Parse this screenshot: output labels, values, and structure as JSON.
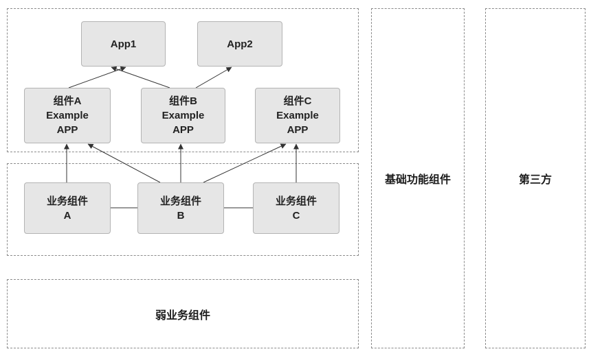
{
  "diagram": {
    "boxes": {
      "app1": {
        "label": "App1"
      },
      "app2": {
        "label": "App2"
      },
      "comp_a": {
        "label": "组件A\nExample\nAPP"
      },
      "comp_b": {
        "label": "组件B\nExample\nAPP"
      },
      "comp_c": {
        "label": "组件C\nExample\nAPP"
      },
      "biz_a": {
        "label": "业务组件\nA"
      },
      "biz_b": {
        "label": "业务组件\nB"
      },
      "biz_c": {
        "label": "业务组件\nC"
      }
    },
    "zones": {
      "weak": {
        "label": "弱业务组件"
      },
      "base": {
        "label": "基础功能组件"
      },
      "third_party": {
        "label": "第三方"
      }
    },
    "edges": [
      {
        "from": "comp_a",
        "to": "app1"
      },
      {
        "from": "comp_b",
        "to": "app1"
      },
      {
        "from": "comp_b",
        "to": "app2"
      },
      {
        "from": "biz_a",
        "to": "comp_a"
      },
      {
        "from": "biz_b",
        "to": "comp_a"
      },
      {
        "from": "biz_b",
        "to": "comp_b"
      },
      {
        "from": "biz_b",
        "to": "comp_c"
      },
      {
        "from": "biz_c",
        "to": "comp_c"
      }
    ],
    "connectors": [
      {
        "a": "biz_a",
        "b": "biz_b"
      },
      {
        "a": "biz_b",
        "b": "biz_c"
      }
    ],
    "colors": {
      "box_fill": "#e6e6e6",
      "box_border": "#b3b3b3",
      "line": "#333333",
      "zone_border": "#8a8a8a"
    }
  }
}
